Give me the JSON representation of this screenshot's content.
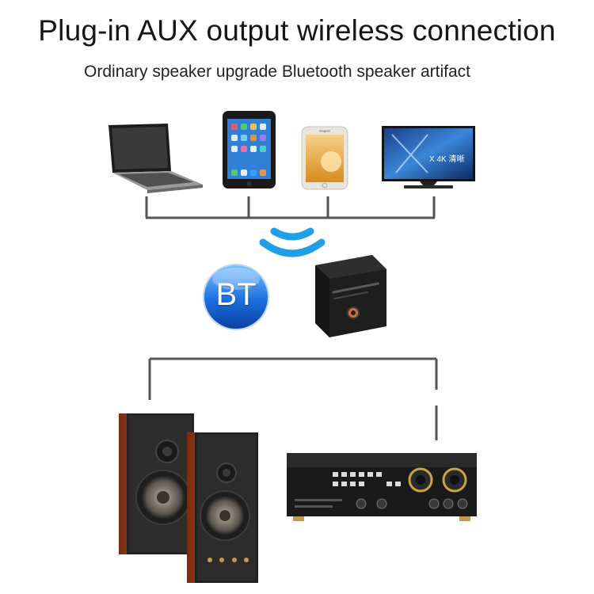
{
  "header": {
    "title": "Plug-in AUX output wireless connection",
    "subtitle": "Ordinary speaker upgrade Bluetooth speaker artifact"
  },
  "badge": {
    "label": "BT",
    "color": "#1a6fe0"
  },
  "tv": {
    "screen_text": "X  4K 清晰"
  },
  "colors": {
    "connector_line": "#555555",
    "wifi_waves": "#1e9fe6",
    "speaker_wood": "#a3441c"
  },
  "icons": [
    "laptop-icon",
    "tablet-icon",
    "phone-icon",
    "tv-icon",
    "wireless-signal-icon",
    "bluetooth-badge-icon",
    "bt-receiver-icon",
    "bookshelf-speakers-icon",
    "amplifier-icon"
  ]
}
